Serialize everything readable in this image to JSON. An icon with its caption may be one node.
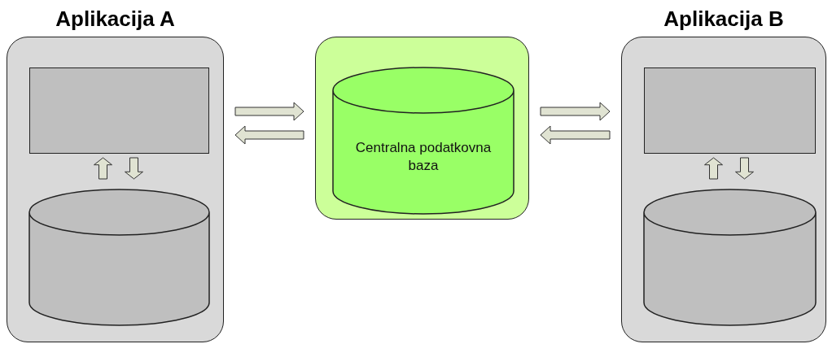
{
  "diagram": {
    "nodes": [
      {
        "text": [
          "Aplikacija A"
        ]
      },
      {
        "text": [],
        "shape": "box",
        "in": 0
      },
      {
        "text": [],
        "shape": "cylinder",
        "in": 0
      },
      {
        "text": [],
        "shape": "box"
      },
      {
        "text": [
          "Centralna podatkovna baza"
        ],
        "in": 3
      },
      {
        "text": [
          "Aplikacija B"
        ]
      },
      {
        "text": [],
        "shape": "box",
        "in": 5
      },
      {
        "text": [],
        "shape": "cylinder",
        "in": 5
      }
    ],
    "edges": [
      {
        "from": 2,
        "to": 1,
        "arrow": "to"
      },
      {
        "from": 1,
        "to": 2,
        "arrow": "to"
      },
      {
        "from": 0,
        "to": 3,
        "arrow": "to"
      },
      {
        "from": 3,
        "to": 0,
        "arrow": "to"
      },
      {
        "from": 3,
        "to": 5,
        "arrow": "to"
      },
      {
        "from": 5,
        "to": 3,
        "arrow": "to"
      },
      {
        "from": 7,
        "to": 6,
        "arrow": "to"
      },
      {
        "from": 6,
        "to": 7,
        "arrow": "to"
      }
    ]
  }
}
